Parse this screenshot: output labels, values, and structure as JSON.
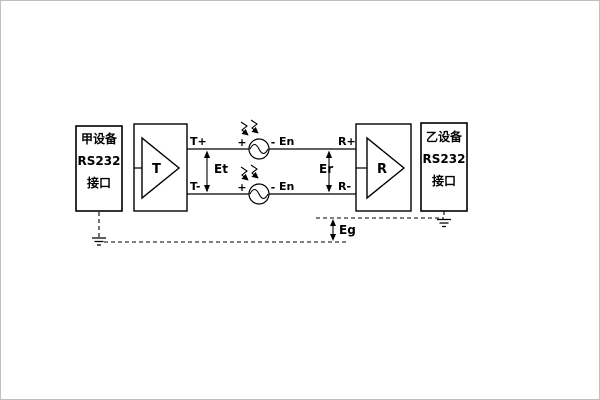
{
  "diagram": {
    "devices": {
      "left": {
        "name": "甲设备",
        "interface": "RS232",
        "port": "接口"
      },
      "right": {
        "name": "乙设备",
        "interface": "RS232",
        "port": "接口"
      }
    },
    "transmitter": {
      "label": "T",
      "out_plus": "T+",
      "out_minus": "T-"
    },
    "receiver": {
      "label": "R",
      "in_plus": "R+",
      "in_minus": "R-"
    },
    "voltages": {
      "et": "Et",
      "er": "Er",
      "eg": "Eg"
    },
    "noise": {
      "top": {
        "plus": "+",
        "minus": "-",
        "label": "En"
      },
      "bottom": {
        "plus": "+",
        "minus": "-",
        "label": "En"
      }
    },
    "colors": {
      "line": "#000000",
      "background": "#ffffff",
      "frame": "#c0c0c0"
    }
  }
}
